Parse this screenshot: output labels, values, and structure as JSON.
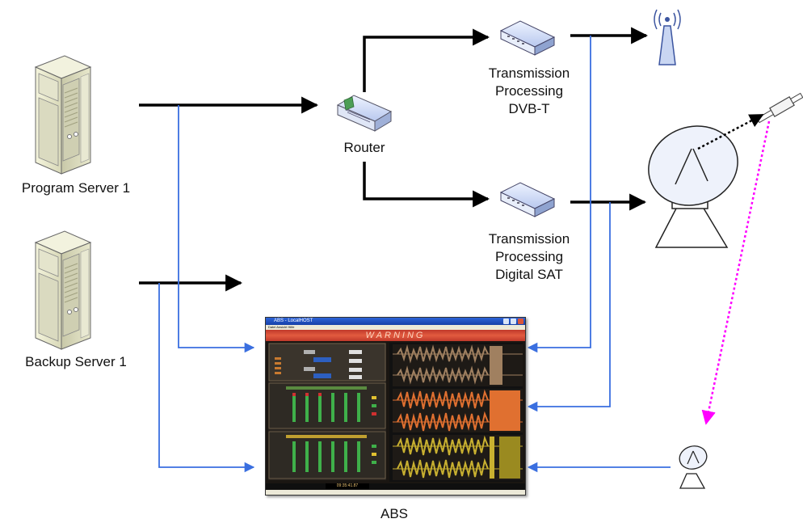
{
  "nodes": {
    "program_server": {
      "label": "Program Server 1"
    },
    "backup_server": {
      "label": "Backup Server 1"
    },
    "router": {
      "label": "Router"
    },
    "tx_dvbt": {
      "lines": [
        "Transmission",
        "Processing",
        "DVB-T"
      ]
    },
    "tx_sat": {
      "lines": [
        "Transmission",
        "Processing",
        "Digital SAT"
      ]
    },
    "abs": {
      "label": "ABS"
    }
  },
  "abs_window": {
    "title": "ABS - LocalHOST",
    "menu": "Datei   Ansicht   Hilfe",
    "banner": "WARNING",
    "clock": "09:35:41.87"
  },
  "colors": {
    "main_flow": "#000000",
    "monitor_feed": "#3a6fe0",
    "satellite_link": "#ff00ff",
    "wave_brown": "#a08060",
    "wave_orange": "#e07030",
    "wave_yellow": "#c8b030"
  }
}
